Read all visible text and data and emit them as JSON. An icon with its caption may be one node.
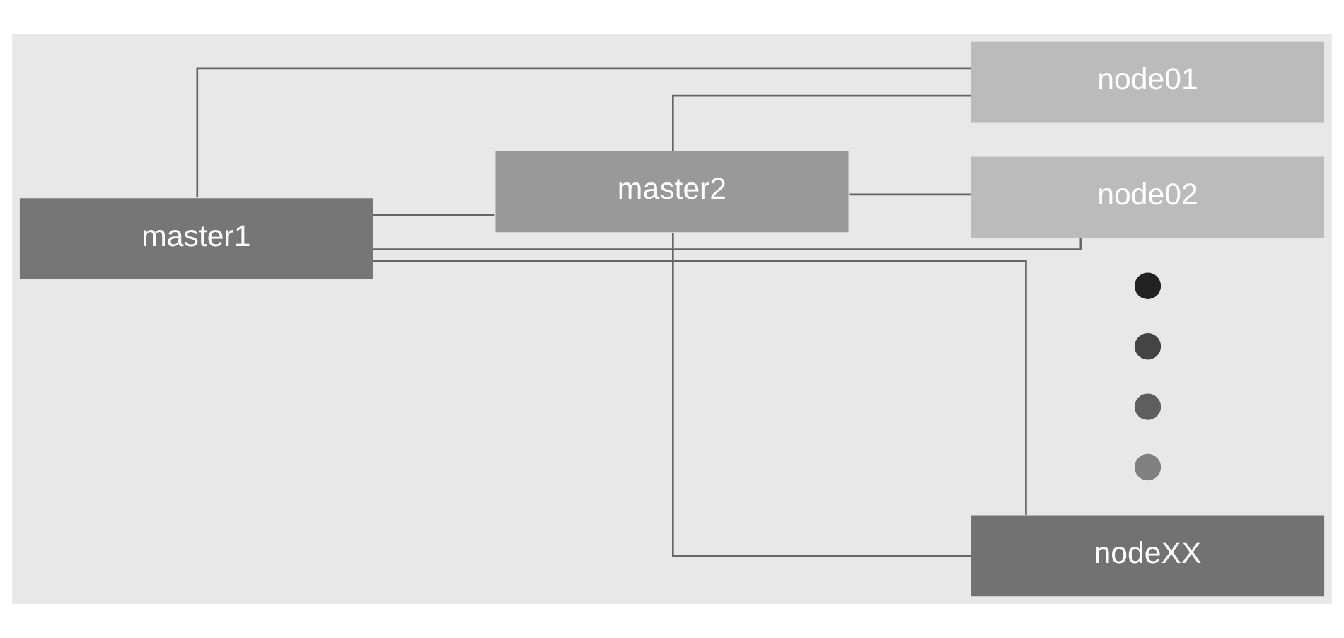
{
  "diagram": {
    "nodes": [
      {
        "text": [
          "master1"
        ]
      },
      {
        "text": [
          "master2"
        ]
      },
      {
        "text": [
          "node01"
        ]
      },
      {
        "text": [
          "node02"
        ]
      },
      {
        "text": [],
        "shape": "circle"
      },
      {
        "text": [],
        "shape": "circle"
      },
      {
        "text": [],
        "shape": "circle"
      },
      {
        "text": [],
        "shape": "circle"
      },
      {
        "text": [
          "nodeXX"
        ]
      }
    ],
    "edges": [
      {
        "from": 0,
        "to": 1,
        "arrow": "none"
      },
      {
        "from": 0,
        "to": 2,
        "arrow": "none"
      },
      {
        "from": 0,
        "to": 3,
        "arrow": "none"
      },
      {
        "from": 0,
        "to": 8,
        "arrow": "none"
      },
      {
        "from": 1,
        "to": 2,
        "arrow": "none"
      },
      {
        "from": 1,
        "to": 3,
        "arrow": "none"
      },
      {
        "from": 1,
        "to": 8,
        "arrow": "none"
      }
    ]
  }
}
